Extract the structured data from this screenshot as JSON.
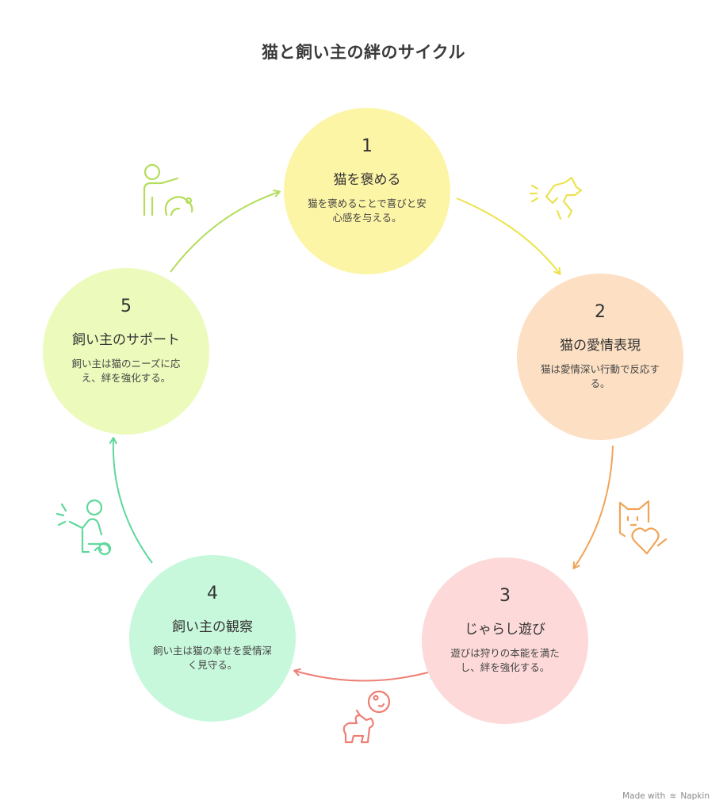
{
  "title": "猫と飼い主の絆のサイクル",
  "nodes": [
    {
      "number": "1",
      "label": "猫を褒める",
      "desc": "猫を褒めることで喜びと安心感を与える。",
      "color": "#fdf5a6"
    },
    {
      "number": "2",
      "label": "猫の愛情表現",
      "desc": "猫は愛情深い行動で反応する。",
      "color": "#fde0c4"
    },
    {
      "number": "3",
      "label": "じゃらし遊び",
      "desc": "遊びは狩りの本能を満たし、絆を強化する。",
      "color": "#fdd9d9"
    },
    {
      "number": "4",
      "label": "飼い主の観察",
      "desc": "飼い主は猫の幸せを愛情深く見守る。",
      "color": "#c8f8dc"
    },
    {
      "number": "5",
      "label": "飼い主のサポート",
      "desc": "飼い主は猫のニーズに応え、絆を強化する。",
      "color": "#ecfabc"
    }
  ],
  "arrow_colors": {
    "1_to_2": "#ece34f",
    "2_to_3": "#f1a458",
    "3_to_4": "#ee7f75",
    "4_to_5": "#5ed89b",
    "5_to_1": "#b3de5c"
  },
  "icons": {
    "near_1": "person-petting-pet-icon",
    "near_2": "dog-barking-icon",
    "near_3": "cat-heart-icon",
    "near_4": "rabbit-ball-icon",
    "near_5": "person-playing-with-toy-icon"
  },
  "footer": {
    "made_with": "Made with",
    "brand": "Napkin"
  }
}
